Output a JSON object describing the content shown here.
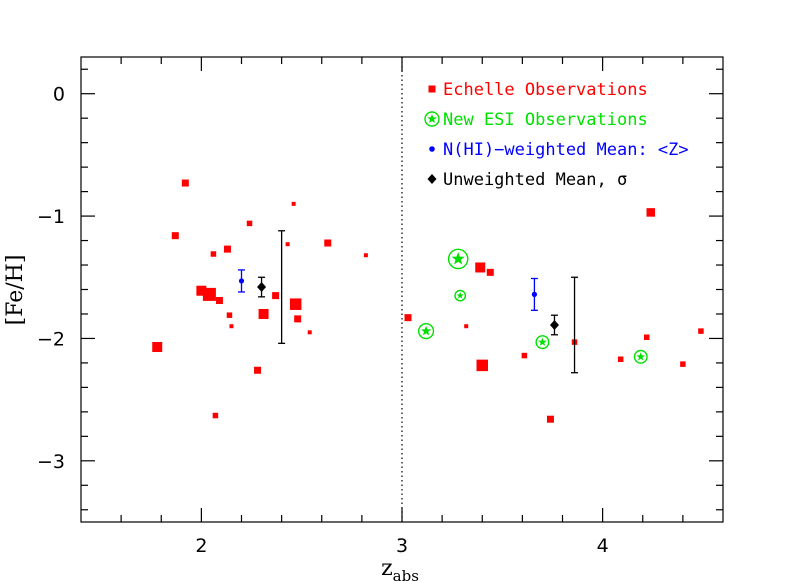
{
  "chart_data": {
    "type": "scatter",
    "xlabel": "z",
    "xlabel_sub": "abs",
    "ylabel": "[Fe/H]",
    "xlim": [
      1.4,
      4.6
    ],
    "ylim": [
      -3.5,
      0.3
    ],
    "x_ticks": [
      2,
      3,
      4
    ],
    "x_tick_labels": [
      "2",
      "3",
      "4"
    ],
    "y_ticks": [
      0,
      -1,
      -2,
      -3
    ],
    "y_tick_labels": [
      "0",
      "−1",
      "−2",
      "−3"
    ],
    "x_minor_step": 0.2,
    "y_minor_step": 0.2,
    "grid": false,
    "divider_x": 3.0,
    "legend_position": "top-right",
    "colors": {
      "echelle": "#ff0000",
      "esi": "#00e000",
      "weighted": "#0000ff",
      "unweighted": "#000000"
    },
    "legend": [
      {
        "key": "echelle",
        "marker": "square",
        "label": "Echelle Observations"
      },
      {
        "key": "esi",
        "marker": "circled-star",
        "label": "New ESI Observations"
      },
      {
        "key": "weighted",
        "marker": "dot",
        "label": "N(HI)−weighted Mean: <Z>"
      },
      {
        "key": "unweighted",
        "marker": "diamond",
        "label": "Unweighted Mean, σ"
      }
    ],
    "series": [
      {
        "name": "Echelle Observations",
        "key": "echelle",
        "marker": "square",
        "points": [
          {
            "x": 1.78,
            "y": -2.07,
            "s": 3
          },
          {
            "x": 1.87,
            "y": -1.16,
            "s": 2
          },
          {
            "x": 1.92,
            "y": -0.73,
            "s": 2
          },
          {
            "x": 2.0,
            "y": -1.61,
            "s": 3
          },
          {
            "x": 2.04,
            "y": -1.64,
            "s": 4
          },
          {
            "x": 2.06,
            "y": -1.31,
            "s": 1.5
          },
          {
            "x": 2.07,
            "y": -2.63,
            "s": 1.5
          },
          {
            "x": 2.09,
            "y": -1.69,
            "s": 2
          },
          {
            "x": 2.13,
            "y": -1.27,
            "s": 2
          },
          {
            "x": 2.14,
            "y": -1.81,
            "s": 1.5
          },
          {
            "x": 2.15,
            "y": -1.9,
            "s": 1
          },
          {
            "x": 2.24,
            "y": -1.06,
            "s": 1.5
          },
          {
            "x": 2.28,
            "y": -2.26,
            "s": 2
          },
          {
            "x": 2.31,
            "y": -1.8,
            "s": 3
          },
          {
            "x": 2.37,
            "y": -1.65,
            "s": 2
          },
          {
            "x": 2.43,
            "y": -1.23,
            "s": 1
          },
          {
            "x": 2.46,
            "y": -0.9,
            "s": 1
          },
          {
            "x": 2.47,
            "y": -1.72,
            "s": 3.5
          },
          {
            "x": 2.48,
            "y": -1.84,
            "s": 2
          },
          {
            "x": 2.54,
            "y": -1.95,
            "s": 1
          },
          {
            "x": 2.63,
            "y": -1.22,
            "s": 2
          },
          {
            "x": 2.82,
            "y": -1.32,
            "s": 1
          },
          {
            "x": 3.03,
            "y": -1.83,
            "s": 2
          },
          {
            "x": 3.32,
            "y": -1.9,
            "s": 1
          },
          {
            "x": 3.39,
            "y": -1.42,
            "s": 3
          },
          {
            "x": 3.4,
            "y": -2.22,
            "s": 3.5
          },
          {
            "x": 3.44,
            "y": -1.46,
            "s": 2
          },
          {
            "x": 3.61,
            "y": -2.14,
            "s": 1.5
          },
          {
            "x": 3.74,
            "y": -2.66,
            "s": 2
          },
          {
            "x": 3.86,
            "y": -2.03,
            "s": 1.5
          },
          {
            "x": 4.09,
            "y": -2.17,
            "s": 1.5
          },
          {
            "x": 4.22,
            "y": -1.99,
            "s": 1.5
          },
          {
            "x": 4.24,
            "y": -0.97,
            "s": 2.5
          },
          {
            "x": 4.4,
            "y": -2.21,
            "s": 1.5
          },
          {
            "x": 4.49,
            "y": -1.94,
            "s": 1.5
          }
        ]
      },
      {
        "name": "New ESI Observations",
        "key": "esi",
        "marker": "circled-star",
        "points": [
          {
            "x": 3.12,
            "y": -1.94,
            "s": 2
          },
          {
            "x": 3.28,
            "y": -1.35,
            "s": 3
          },
          {
            "x": 3.29,
            "y": -1.65,
            "s": 1
          },
          {
            "x": 3.7,
            "y": -2.03,
            "s": 1.5
          },
          {
            "x": 4.19,
            "y": -2.15,
            "s": 1.5
          }
        ]
      },
      {
        "name": "N(HI)−weighted Mean: <Z>",
        "key": "weighted",
        "marker": "dot",
        "points": [
          {
            "x": 2.2,
            "y": -1.53,
            "err_low": 0.09,
            "err_high": 0.09
          },
          {
            "x": 3.66,
            "y": -1.64,
            "err_low": 0.13,
            "err_high": 0.13
          }
        ]
      },
      {
        "name": "Unweighted Mean, σ",
        "key": "unweighted",
        "marker": "diamond",
        "points": [
          {
            "x": 2.3,
            "y": -1.58,
            "err_low": 0.08,
            "err_high": 0.08
          },
          {
            "x": 3.76,
            "y": -1.89,
            "err_low": 0.08,
            "err_high": 0.08
          }
        ]
      },
      {
        "name": "",
        "key": "unweighted",
        "marker": "errorbar",
        "points": [
          {
            "x": 2.4,
            "y": -1.58,
            "err_low": 0.46,
            "err_high": 0.46
          },
          {
            "x": 3.86,
            "y": -1.89,
            "err_low": 0.39,
            "err_high": 0.39
          }
        ]
      }
    ]
  }
}
